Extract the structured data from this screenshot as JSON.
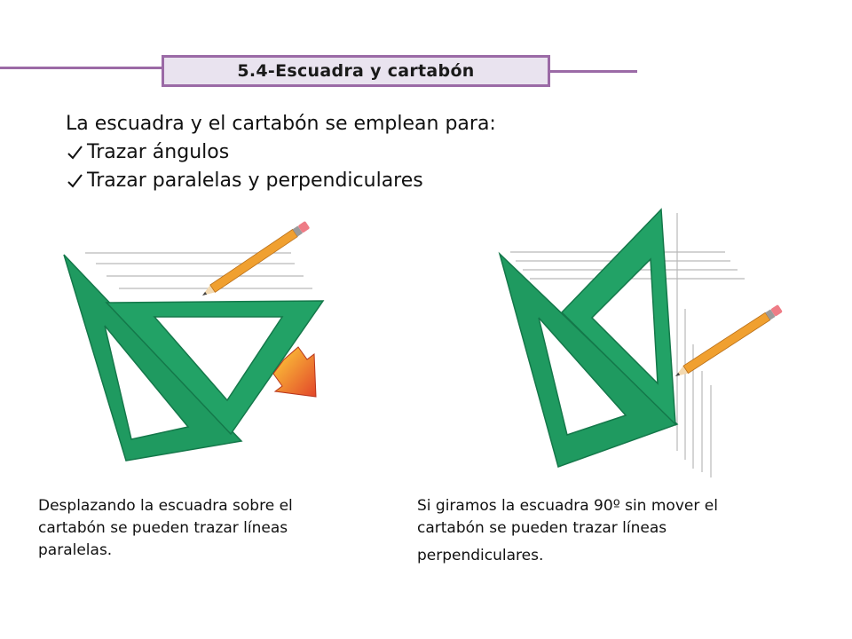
{
  "header": {
    "title": "5.4-Escuadra y cartabón",
    "accent_color": "#9b6aa6",
    "box_color": "#e9e3ef"
  },
  "intro": {
    "lead": "La escuadra y el cartabón se emplean para:",
    "bullets": [
      "Trazar ángulos",
      "Trazar paralelas y perpendiculares"
    ],
    "bullet_icon": "checkmark-icon"
  },
  "figures": {
    "left": {
      "caption_lines": [
        "Desplazando la escuadra sobre el",
        "cartabón se pueden trazar líneas",
        "paralelas."
      ],
      "icons": [
        "set-square-icon",
        "triangle-ruler-icon",
        "pencil-icon",
        "arrow-down-right-icon"
      ]
    },
    "right": {
      "caption_lines": [
        "Si giramos la escuadra 90º sin mover el",
        "cartabón se pueden trazar líneas",
        "perpendiculares."
      ],
      "icons": [
        "set-square-icon",
        "triangle-ruler-icon",
        "pencil-icon"
      ]
    }
  },
  "colors": {
    "ruler_green": "#1f9a60",
    "ruler_edge": "#14784a",
    "pencil_orange": "#f0a030"
  }
}
